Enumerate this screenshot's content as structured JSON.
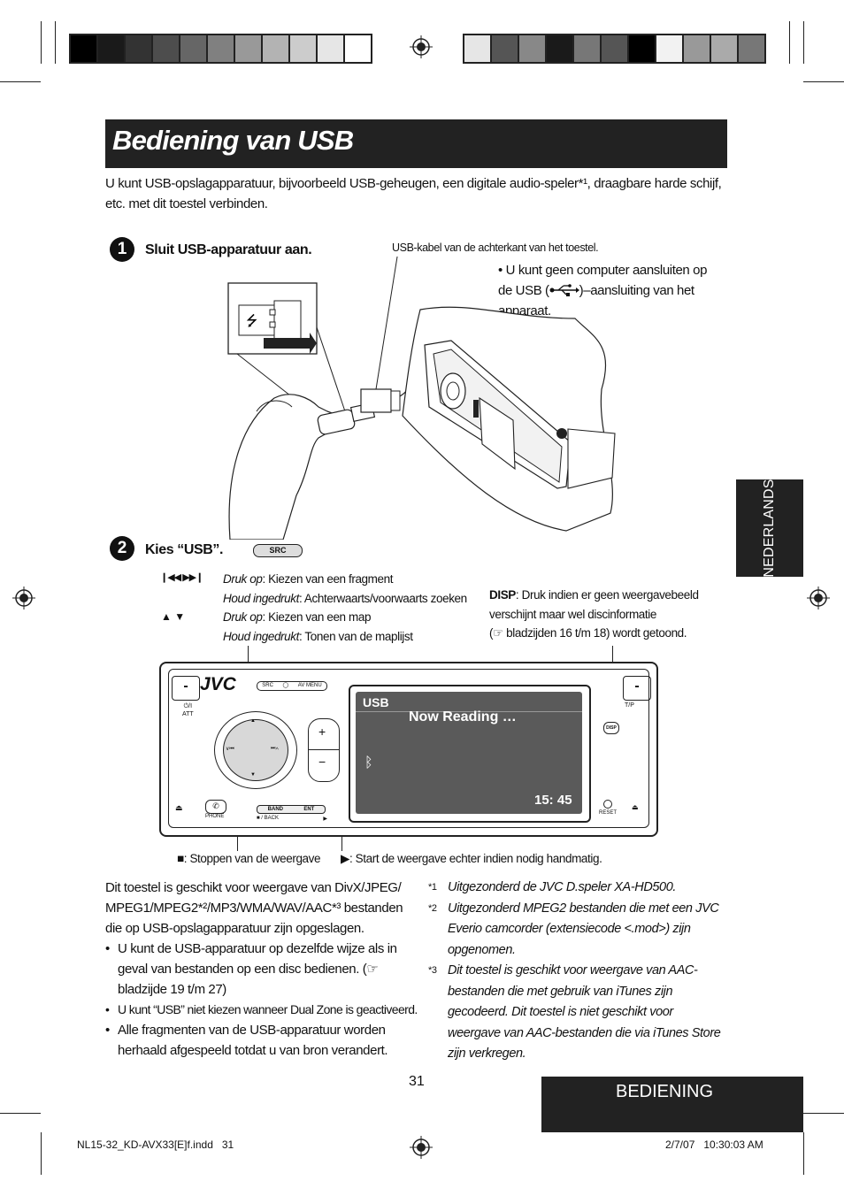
{
  "title": "Bediening van USB",
  "intro": "U kunt USB-opslagapparatuur, bijvoorbeeld USB-geheugen, een digitale audio-speler*¹, draagbare harde schijf, etc. met dit toestel verbinden.",
  "step1": {
    "number": "1",
    "label": "Sluit USB-apparatuur aan.",
    "cable_caption": "USB-kabel van de achterkant van het toestel.",
    "note_a": "U kunt geen computer aansluiten op de USB (",
    "note_b": ")–aansluiting van het apparaat."
  },
  "step2": {
    "number": "2",
    "label": "Kies “USB”.",
    "src_button": "SRC"
  },
  "controls": {
    "skip_symbols": "❙◀◀ ▶▶❙",
    "skip_press_label": "Druk op",
    "skip_press_text": ": Kiezen van een fragment",
    "skip_hold_label": "Houd ingedrukt",
    "skip_hold_text": ": Achterwaarts/voorwaarts zoeken",
    "updown_symbols": "▲ ▼",
    "updown_press_label": "Druk op",
    "updown_press_text": ": Kiezen van een map",
    "updown_hold_label": "Houd ingedrukt",
    "updown_hold_text": ": Tonen van de  maplijst",
    "disp_label": "DISP",
    "disp_line1": ": Druk indien er geen weergavebeeld",
    "disp_line2": "verschijnt maar wel discinformatie",
    "disp_line3": "(☞ bladzijden 16 t/m 18) wordt getoond."
  },
  "unit": {
    "brand": "JVC",
    "src_btn": "SRC",
    "avmenu_btn": "AV MENU",
    "power_label": "⏻/I",
    "att_label": "ATT",
    "tp_label": "T/P",
    "band_label": "BAND",
    "ent_label": "ENT",
    "back_label": "■ / BACK",
    "play_label": "▶",
    "phone_label": "PHONE",
    "reset_label": "RESET",
    "plus": "+",
    "minus": "−",
    "screen_source": "USB",
    "screen_status": "Now Reading …",
    "screen_time": "15: 45",
    "disp_btn": "DISP"
  },
  "callouts": {
    "stop": "■: Stoppen van de weergave",
    "play": "▶: Start de weergave echter indien nodig handmatig."
  },
  "support": {
    "p1": "Dit toestel is geschikt voor weergave van DivX/JPEG/ MPEG1/MPEG2*²/MP3/WMA/WAV/AAC*³ bestanden die op USB-opslagapparatuur zijn opgeslagen.",
    "b1": "U kunt de USB-apparatuur op dezelfde wijze als in geval van bestanden op een disc bedienen. (☞ bladzijde 19 t/m 27)",
    "b2": "U kunt “USB” niet kiezen wanneer Dual Zone is geactiveerd.",
    "b3": "Alle fragmenten van de USB-apparatuur worden herhaald afgespeeld totdat u van bron verandert."
  },
  "footnotes": [
    {
      "mark": "*1",
      "text": "Uitgezonderd de JVC D.speler XA-HD500."
    },
    {
      "mark": "*2",
      "text": "Uitgezonderd MPEG2 bestanden die met een JVC Everio camcorder (extensiecode <.mod>) zijn opgenomen."
    },
    {
      "mark": "*3",
      "text": "Dit toestel is geschikt voor weergave van AAC-bestanden die met gebruik van iTunes zijn gecodeerd. Dit toestel is niet geschikt voor weergave van AAC-bestanden die via iTunes Store zijn verkregen."
    }
  ],
  "side_tab": "NEDERLANDS",
  "section_tab": "BEDIENING",
  "page_number": "31",
  "slug": {
    "file": "NL15-32_KD-AVX33[E]f.indd   31",
    "date": "2/7/07   10:30:03 AM"
  },
  "colors": {
    "dark_bar": "#222222",
    "screen": "#5a5a5a"
  }
}
